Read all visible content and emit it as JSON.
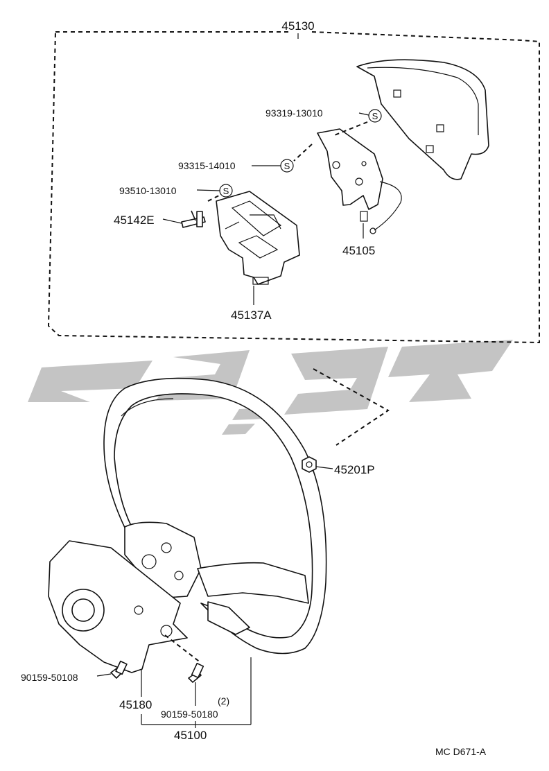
{
  "parts": {
    "assembly_top": "45130",
    "screw_93319": "93319-13010",
    "screw_93315": "93315-14010",
    "screw_93510": "93510-13010",
    "pin_45142E": "45142E",
    "bracket_45105": "45105",
    "frame_45137A": "45137A",
    "nut_45201P": "45201P",
    "screw_90159_50108": "90159-50108",
    "cover_45180": "45180",
    "screw_90159_50180": "90159-50180",
    "qty_90159_50180": "(2)",
    "wheel_45100": "45100"
  },
  "screw_symbol": "S",
  "drawing_code": "MC  D671-A"
}
